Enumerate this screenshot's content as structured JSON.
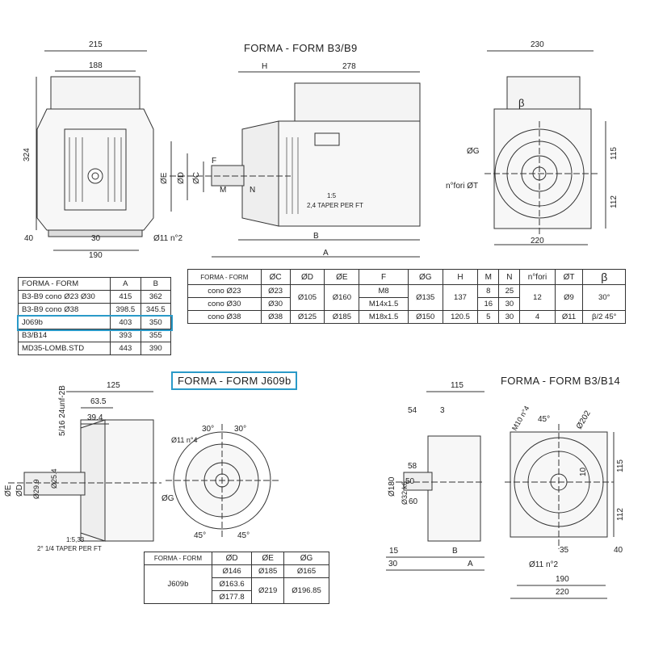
{
  "titles": {
    "b3b9": "FORMA - FORM  B3/B9",
    "j609b": "FORMA - FORM J609b",
    "b3b14": "FORMA - FORM B3/B14"
  },
  "dims_b3b9_front": {
    "w215": "215",
    "w188": "188",
    "h324": "324",
    "d40": "40",
    "d30": "30",
    "hole": "Ø11 n°2",
    "w190": "190"
  },
  "dims_b3b9_side": {
    "H": "H",
    "L278": "278",
    "E": "ØE",
    "D": "ØD",
    "C": "ØC",
    "F": "F",
    "M": "M",
    "N": "N",
    "ratio": "1:5",
    "taper": "2,4 TAPER PER FT",
    "B": "B",
    "A": "A"
  },
  "dims_b3b9_rear": {
    "w230": "230",
    "beta": "β",
    "G": "ØG",
    "holes": "n°fori ØT",
    "h115": "115",
    "h112": "112",
    "w220": "220"
  },
  "dims_j609b": {
    "w125": "125",
    "w63": "63.5",
    "w39": "39.4",
    "thread": "5/16 24unf-2B",
    "E": "ØE",
    "D": "ØD",
    "d299": "Ø29.9",
    "d254": "Ø25.4",
    "ratio": "1:5,33",
    "taper": "2° 1/4 TAPER PER FT",
    "holes": "Ø11 n°4",
    "a30a": "30°",
    "a30b": "30°",
    "G": "ØG",
    "a45a": "45°",
    "a45b": "45°"
  },
  "dims_b3b14": {
    "w115": "115",
    "d54": "54",
    "d3": "3",
    "d58": "58",
    "d50": "50",
    "d60": "60",
    "d180": "Ø180",
    "shaft": "Ø32 k6",
    "d15": "15",
    "B": "B",
    "d30": "30",
    "A": "A",
    "thread": "M10 n°4",
    "a45": "45°",
    "d202": "Ø202",
    "h115": "115",
    "h112": "112",
    "d10": "10",
    "d35": "35",
    "d40": "40",
    "hole": "Ø11 n°2",
    "w190": "190",
    "w220": "220"
  },
  "table_ab": {
    "headers": [
      "FORMA - FORM",
      "A",
      "B"
    ],
    "rows": [
      [
        "B3-B9 cono Ø23 Ø30",
        "415",
        "362"
      ],
      [
        "B3-B9 cono Ø38",
        "398.5",
        "345.5"
      ],
      [
        "J069b",
        "403",
        "350"
      ],
      [
        "B3/B14",
        "393",
        "355"
      ],
      [
        "MD35-LOMB.STD",
        "443",
        "390"
      ]
    ]
  },
  "table_cone": {
    "headers": [
      "FORMA - FORM",
      "ØC",
      "ØD",
      "ØE",
      "F",
      "ØG",
      "H",
      "M",
      "N",
      "n°fori",
      "ØT",
      "β"
    ],
    "r1": {
      "form": "cono Ø23",
      "C": "Ø23",
      "D": "Ø105",
      "E": "Ø160",
      "F": "M8",
      "G": "Ø135",
      "H": "137",
      "M": "8",
      "N": "25",
      "fori": "12",
      "T": "Ø9",
      "beta": "30°"
    },
    "r2": {
      "form": "cono Ø30",
      "C": "Ø30",
      "F": "M14x1.5",
      "M": "16",
      "N": "30"
    },
    "r3": {
      "form": "cono Ø38",
      "C": "Ø38",
      "D": "Ø125",
      "E": "Ø185",
      "F": "M18x1.5",
      "G": "Ø150",
      "H": "120.5",
      "M": "5",
      "N": "30",
      "fori": "4",
      "T": "Ø11",
      "beta": "β/2 45°"
    }
  },
  "table_j609b": {
    "headers": [
      "FORMA - FORM",
      "ØD",
      "ØE",
      "ØG"
    ],
    "form": "J609b",
    "D": [
      "Ø146",
      "Ø163.6",
      "Ø177.8"
    ],
    "E": [
      "Ø185",
      "Ø219"
    ],
    "G": [
      "Ø165",
      "Ø196.85"
    ]
  }
}
